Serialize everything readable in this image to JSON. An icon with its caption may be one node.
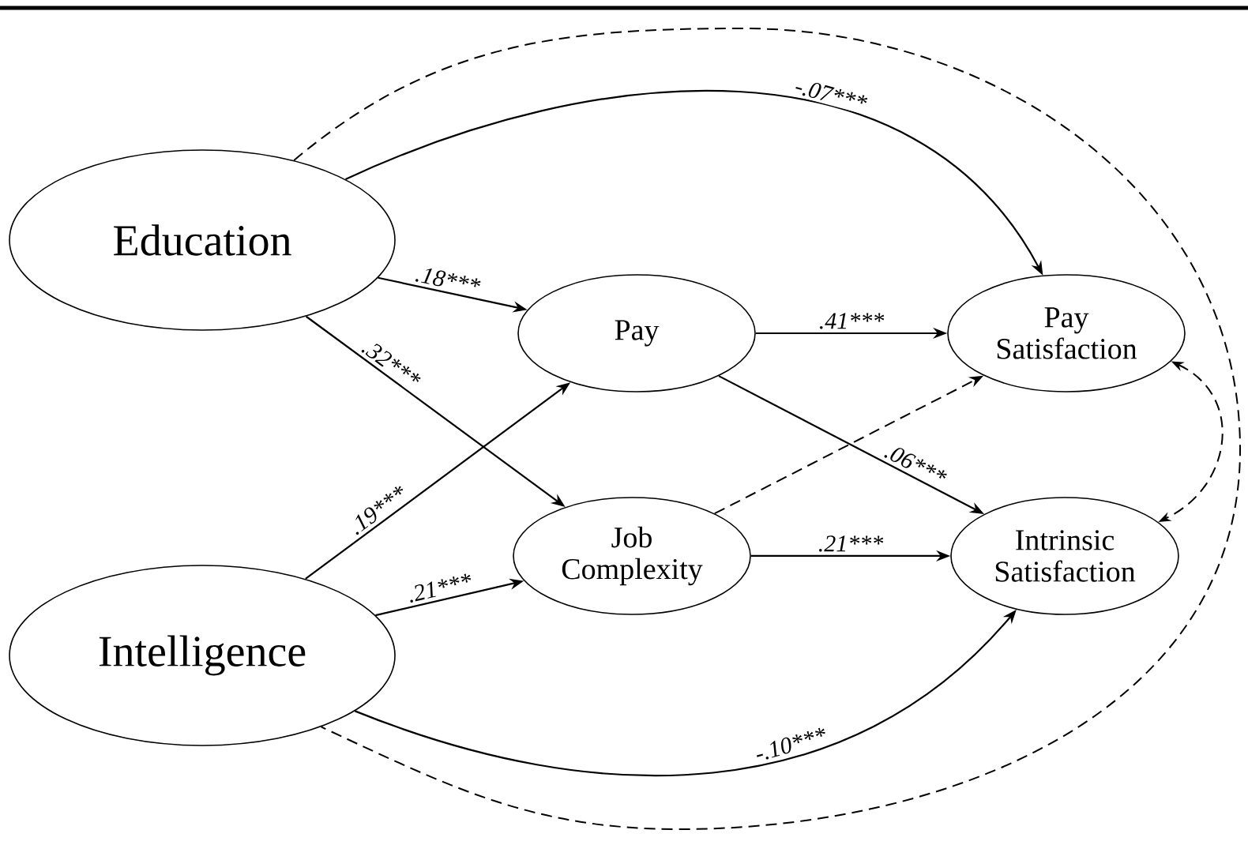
{
  "diagram": {
    "nodes": [
      {
        "text": [
          "Education"
        ]
      },
      {
        "text": [
          "Intelligence"
        ]
      },
      {
        "text": [
          "Pay"
        ]
      },
      {
        "text": [
          "Job Complexity"
        ]
      },
      {
        "text": [
          "Pay Satisfaction"
        ]
      },
      {
        "text": [
          "Intrinsic Satisfaction"
        ]
      }
    ],
    "edges": [
      {
        "from": 0,
        "to": 2,
        "arrow": "to",
        "label": ".18***"
      },
      {
        "from": 0,
        "to": 3,
        "arrow": "to",
        "label": ".32***"
      },
      {
        "from": 1,
        "to": 2,
        "arrow": "to",
        "label": ".19***"
      },
      {
        "from": 1,
        "to": 3,
        "arrow": "to",
        "label": ".21***"
      },
      {
        "from": 2,
        "to": 4,
        "arrow": "to",
        "label": ".41***"
      },
      {
        "from": 2,
        "to": 5,
        "arrow": "to",
        "label": ".06***"
      },
      {
        "from": 3,
        "to": 5,
        "arrow": "to",
        "label": ".21***"
      },
      {
        "from": 0,
        "to": 4,
        "arrow": "to",
        "label": "-.07***"
      },
      {
        "from": 1,
        "to": 5,
        "arrow": "to",
        "label": "-.10***"
      },
      {
        "from": 3,
        "to": 4,
        "arrow": "to",
        "style": "dashed"
      },
      {
        "from": 0,
        "to": 1,
        "arrow": "none",
        "style": "dashed"
      },
      {
        "from": 4,
        "to": 5,
        "arrow": "both",
        "style": "dashed"
      }
    ]
  }
}
